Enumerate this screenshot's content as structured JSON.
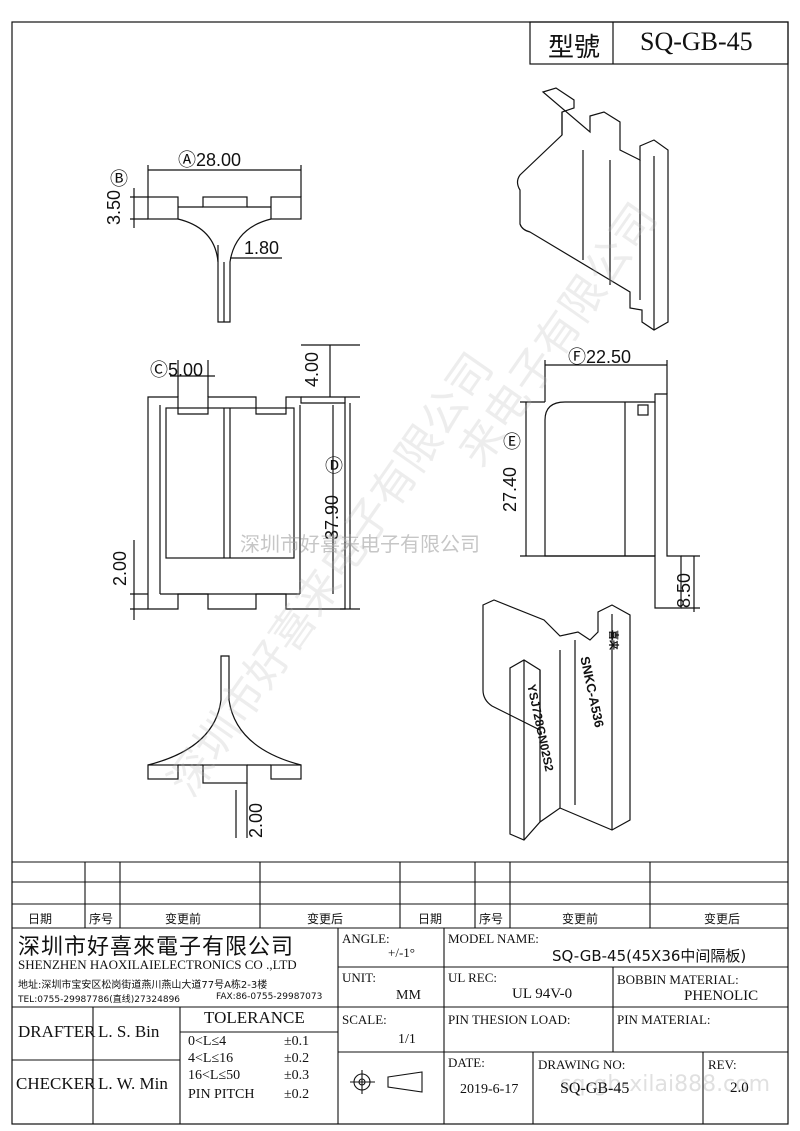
{
  "header": {
    "type_label": "型號",
    "model": "SQ-GB-45"
  },
  "dims": {
    "a": "Ⓐ28.00",
    "b_mark": "Ⓑ",
    "b": "3.50",
    "pin": "1.80",
    "c": "Ⓒ5.00",
    "d4": "4.00",
    "d_mark": "Ⓓ",
    "d": "37.90",
    "left200": "2.00",
    "f": "Ⓕ22.50",
    "e_mark": "Ⓔ",
    "e": "27.40",
    "h": "8.50",
    "bottom200": "2.00"
  },
  "markings": {
    "part": "SNKC-A536",
    "code": "YSJ728GN02S2",
    "brand": "喜来"
  },
  "watermark": {
    "center": "深圳市好喜来电子有限公司",
    "diag_left": "深圳市好喜来电子有限公司",
    "diag_right": "来电子有限公司",
    "url": "sq-gb-xilai888.com"
  },
  "revision_table": {
    "headers": [
      "日期",
      "序号",
      "变更前",
      "变更后",
      "日期",
      "序号",
      "变更前",
      "变更后"
    ]
  },
  "title_block": {
    "company_cn": "深圳市好喜來電子有限公司",
    "company_en": "SHENZHEN HAOXILAIELECTRONICS CO .,LTD",
    "address": "地址:深圳市宝安区松岗街道燕川燕山大道77号A栋2-3楼",
    "tel": "TEL:0755-29987786(直线)27324896",
    "fax": "FAX:86-0755-29987073",
    "angle_label": "ANGLE:",
    "angle_value": "+/-1°",
    "model_name_label": "MODEL NAME:",
    "model_name_value": "SQ-GB-45(45X36中间隔板)",
    "unit_label": "UNIT:",
    "unit_value": "MM",
    "ul_label": "UL REC:",
    "ul_value": "UL 94V-0",
    "bobbin_label": "BOBBIN MATERIAL:",
    "bobbin_value": "PHENOLIC",
    "drafter_label": "DRAFTER",
    "drafter_value": "L. S. Bin",
    "checker_label": "CHECKER",
    "checker_value": "L. W. Min",
    "tolerance_label": "TOLERANCE",
    "tol1_range": "0<L≤4",
    "tol1_value": "±0.1",
    "tol2_range": "4<L≤16",
    "tol2_value": "±0.2",
    "tol3_range": "16<L≤50",
    "tol3_value": "±0.3",
    "tol4_range": "PIN PITCH",
    "tol4_value": "±0.2",
    "scale_label": "SCALE:",
    "scale_value": "1/1",
    "pin_tension_label": "PIN THESION LOAD:",
    "pin_material_label": "PIN MATERIAL:",
    "date_label": "DATE:",
    "date_value": "2019-6-17",
    "drawing_no_label": "DRAWING NO:",
    "drawing_no_value": "SQ-GB-45",
    "rev_label": "REV:",
    "rev_value": "2.0"
  }
}
